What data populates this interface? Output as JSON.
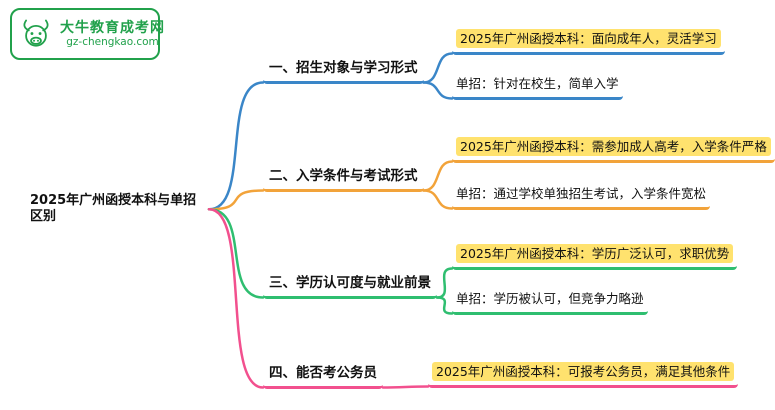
{
  "logo": {
    "title": "大牛教育成考网",
    "url": "gz-chengkao.com",
    "icon": "bull-icon"
  },
  "root": {
    "label": "2025年广州函授本科与单招区别"
  },
  "branches": [
    {
      "label": "一、招生对象与学习形式",
      "color": "#3A86C8",
      "leaves": [
        {
          "text": "2025年广州函授本科：面向成年人，灵活学习",
          "highlight": true
        },
        {
          "text": "单招：针对在校生，简单入学",
          "highlight": false
        }
      ]
    },
    {
      "label": "二、入学条件与考试形式",
      "color": "#F2A33A",
      "leaves": [
        {
          "text": "2025年广州函授本科：需参加成人高考，入学条件严格",
          "highlight": true
        },
        {
          "text": "单招：通过学校单独招生考试，入学条件宽松",
          "highlight": false
        }
      ]
    },
    {
      "label": "三、学历认可度与就业前景",
      "color": "#2FBE70",
      "leaves": [
        {
          "text": "2025年广州函授本科：学历广泛认可，求职优势",
          "highlight": true
        },
        {
          "text": "单招：学历被认可，但竞争力略逊",
          "highlight": false
        }
      ]
    },
    {
      "label": "四、能否考公务员",
      "color": "#F2508E",
      "leaves": [
        {
          "text": "2025年广州函授本科：可报考公务员，满足其他条件",
          "highlight": true
        }
      ]
    }
  ],
  "colors": {
    "logo_green": "#21A14B",
    "highlight_yellow": "#FFE26E",
    "text": "#111111",
    "background": "#FFFFFF"
  }
}
